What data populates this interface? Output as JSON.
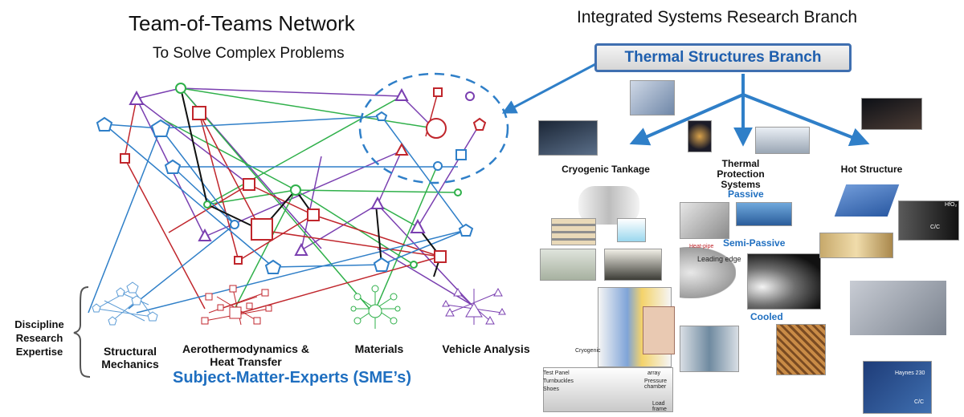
{
  "left": {
    "title": "Team-of-Teams Network",
    "subtitle": "To Solve Complex Problems",
    "discipline_label": "Discipline Research Expertise",
    "sme_groups": [
      "Structural Mechanics",
      "Aerothermodynamics & Heat Transfer",
      "Materials",
      "Vehicle Analysis"
    ],
    "sme_title": "Subject-Matter-Experts (SME’s)"
  },
  "right": {
    "title": "Integrated Systems Research Branch",
    "branch_box": "Thermal Structures Branch",
    "categories": [
      "Cryogenic Tankage",
      "Thermal Protection Systems",
      "Hot Structure"
    ],
    "tps_types": [
      "Passive",
      "Semi-Passive",
      "Cooled"
    ],
    "image_labels": {
      "heat_pipe": "Heat-pipe",
      "leading_edge": "Leading edge",
      "hfo2": "HfO₂",
      "cc": "C/C",
      "haynes": "Haynes 230",
      "cc2": "C/C",
      "cryogenic": "Cryogenic",
      "test_panel": "Test Panel",
      "turnbuckles": "Turnbuckles",
      "shoes": "Shoes",
      "pressure_chamber": "Pressure chamber",
      "load_frame": "Load frame",
      "array": "array"
    }
  },
  "colors": {
    "purple": "#7a3fb0",
    "red": "#c0262c",
    "green": "#2fb04a",
    "blue": "#2f7fc8",
    "black": "#111111",
    "accent_blue": "#1f6fc0"
  }
}
